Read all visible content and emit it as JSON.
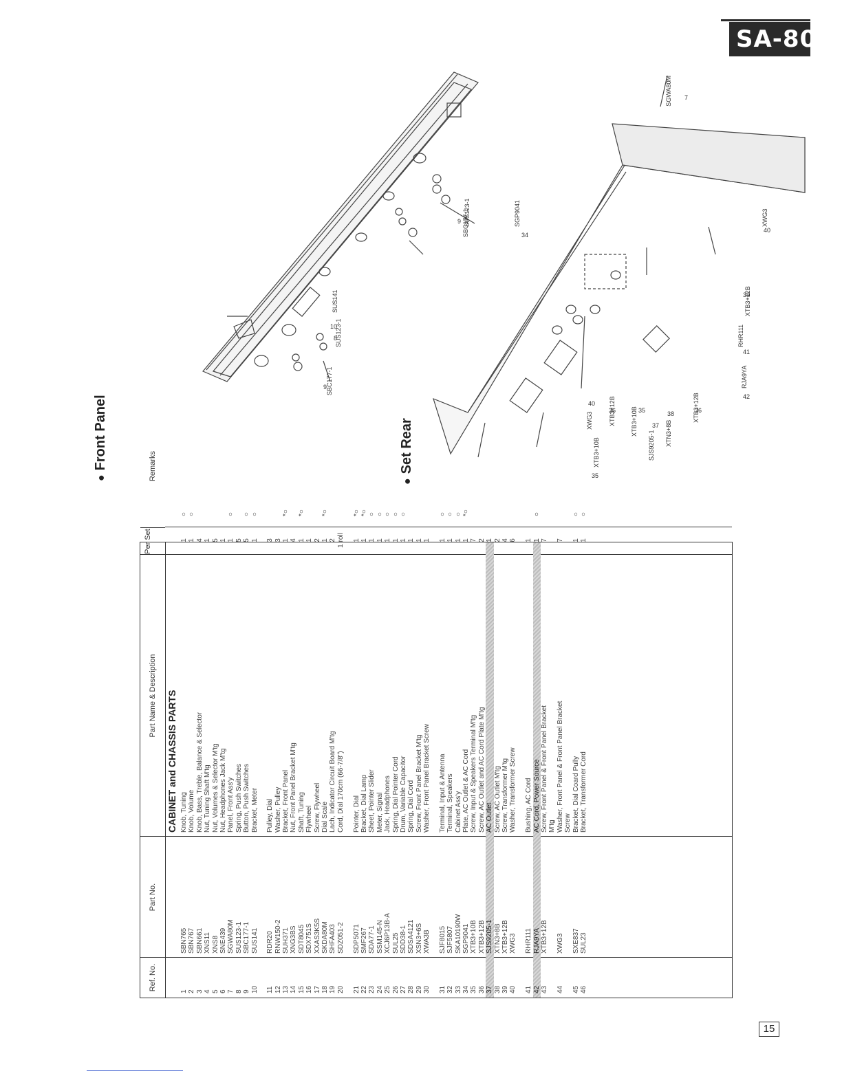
{
  "header": {
    "model": "SA-80"
  },
  "page_number": "15",
  "sections": {
    "front_panel": "Front Panel",
    "set_rear": "Set Rear"
  },
  "table": {
    "headers": {
      "ref": "Ref. No.",
      "part_no": "Part No.",
      "desc": "Part Name & Description",
      "per_set": "Per Set",
      "remarks": "Remarks"
    },
    "section_title": "CABINET and CHASSIS PARTS",
    "rows": [
      {
        "ref": "1",
        "pno": "SBN765",
        "desc": "Knob, Tuning",
        "per": "1",
        "rem": "○"
      },
      {
        "ref": "2",
        "pno": "SBN767",
        "desc": "Knob, Volume",
        "per": "1",
        "rem": "○"
      },
      {
        "ref": "3",
        "pno": "SBN661",
        "desc": "Knob, Bass, Treble, Balance & Selector",
        "per": "4",
        "rem": ""
      },
      {
        "ref": "4",
        "pno": "XNS11",
        "desc": "Nut, Tuning Shaft M'tg",
        "per": "1",
        "rem": ""
      },
      {
        "ref": "5",
        "pno": "XNS8",
        "desc": "Nut, Volumes & Selector M'tg",
        "per": "5",
        "rem": ""
      },
      {
        "ref": "6",
        "pno": "SNE439",
        "desc": "Nut, Headphones Jack M'tg",
        "per": "1",
        "rem": ""
      },
      {
        "ref": "7",
        "pno": "SGWA80M",
        "desc": "Panel, Front Ass'y",
        "per": "1",
        "rem": "○"
      },
      {
        "ref": "8",
        "pno": "SUS123-1",
        "desc": "Spring, Push Switches",
        "per": "5",
        "rem": ""
      },
      {
        "ref": "9",
        "pno": "SBC177-1",
        "desc": "Button, Push Switches",
        "per": "5",
        "rem": "○"
      },
      {
        "ref": "10",
        "pno": "SUS141",
        "desc": "Bracket, Meter",
        "per": "1",
        "rem": "○"
      },
      {
        "gap": true
      },
      {
        "ref": "11",
        "pno": "RDR20",
        "desc": "Pulley, Dial",
        "per": "3",
        "rem": ""
      },
      {
        "ref": "12",
        "pno": "RNW150-2",
        "desc": "Washer, Pulley",
        "per": "3",
        "rem": ""
      },
      {
        "ref": "13",
        "pno": "SUH371",
        "desc": "Bracket, Front Panel",
        "per": "1",
        "rem": "*○"
      },
      {
        "ref": "14",
        "pno": "XNG3BS",
        "desc": "Nut, Front Panel Bracket M'tg",
        "per": "4",
        "rem": ""
      },
      {
        "ref": "15",
        "pno": "SDT8045",
        "desc": "Shaft, Tuning",
        "per": "1",
        "rem": "*○"
      },
      {
        "ref": "16",
        "pno": "SDX751S",
        "desc": "Flywheel",
        "per": "1",
        "rem": ""
      },
      {
        "ref": "17",
        "pno": "XXAS3K5S",
        "desc": "Screw, Flywheel",
        "per": "2",
        "rem": ""
      },
      {
        "ref": "18",
        "pno": "SKDA80M",
        "desc": "Dial Scale",
        "per": "1",
        "rem": "*○"
      },
      {
        "ref": "19",
        "pno": "SHFA403",
        "desc": "Lach, Indicator Circuit Board M'tg",
        "per": "2",
        "rem": ""
      },
      {
        "ref": "20",
        "pno": "SDZ051-2",
        "desc": "Cord, Dial 170cm (66-7/8\")",
        "per": "1 roll",
        "rem": ""
      },
      {
        "gap": true
      },
      {
        "ref": "21",
        "pno": "SDP5071",
        "desc": "Pointer, Dial",
        "per": "1",
        "rem": "*○"
      },
      {
        "ref": "22",
        "pno": "SMF267",
        "desc": "Bracket, Dial Lamp",
        "per": "1",
        "rem": "*○"
      },
      {
        "ref": "23",
        "pno": "SDA77-1",
        "desc": "Sheet, Pointer Slider",
        "per": "1",
        "rem": "○"
      },
      {
        "ref": "24",
        "pno": "SSM145-N",
        "desc": "Meter, Signal",
        "per": "1",
        "rem": "○"
      },
      {
        "ref": "25",
        "pno": "XCJ6P13B-A",
        "desc": "Jack, Headphones",
        "per": "1",
        "rem": "○"
      },
      {
        "ref": "26",
        "pno": "SUL25",
        "desc": "Spring, Dial Pointer Cord",
        "per": "1",
        "rem": "○"
      },
      {
        "ref": "27",
        "pno": "SDD38-1",
        "desc": "Drum, Variable Capacitor",
        "per": "1",
        "rem": "○"
      },
      {
        "ref": "28",
        "pno": "SDSA4121",
        "desc": "Spring, Dial Cord",
        "per": "1",
        "rem": ""
      },
      {
        "ref": "29",
        "pno": "XSN3+6S",
        "desc": "Screw, Front Panel Bracket M'tg",
        "per": "1",
        "rem": ""
      },
      {
        "ref": "30",
        "pno": "XWA3B",
        "desc": "Washer, Front Panel Bracket Screw",
        "per": "1",
        "rem": ""
      },
      {
        "gap": true
      },
      {
        "ref": "31",
        "pno": "SJF8015",
        "desc": "Terminal, Input & Antenna",
        "per": "1",
        "rem": "○"
      },
      {
        "ref": "32",
        "pno": "SJF5807",
        "desc": "Terminal, Speakers",
        "per": "1",
        "rem": "○"
      },
      {
        "ref": "33",
        "pno": "SKA10190W",
        "desc": "Cabinet Ass'y",
        "per": "1",
        "rem": "○"
      },
      {
        "ref": "34",
        "pno": "SGP9041",
        "desc": "Plate, AC Outlet & AC Cord",
        "per": "1",
        "rem": "*○"
      },
      {
        "ref": "35",
        "pno": "XTB3+10B",
        "desc": "Screw, Input & Speakers Terminal M'tg",
        "per": "7",
        "rem": ""
      },
      {
        "ref": "36",
        "pno": "XTB3+12B",
        "desc": "Screw, AC Outlet and AC Cord Plate M'tg",
        "per": "2",
        "rem": ""
      },
      {
        "ref": "37",
        "pno": "SJS9205-1",
        "desc": "AC Outlet",
        "per": "1",
        "rem": "",
        "hl": true
      },
      {
        "ref": "38",
        "pno": "XTN3+8B",
        "desc": "Screw, AC Outlet M'tg",
        "per": "2",
        "rem": ""
      },
      {
        "ref": "39",
        "pno": "XTB3+12B",
        "desc": "Screw, Transformer M'tg",
        "per": "4",
        "rem": ""
      },
      {
        "ref": "40",
        "pno": "XWG3",
        "desc": "Washer, Transformer Screw",
        "per": "6",
        "rem": ""
      },
      {
        "gap": true
      },
      {
        "ref": "41",
        "pno": "RHR111",
        "desc": "Bushing, AC Cord",
        "per": "1",
        "rem": ""
      },
      {
        "ref": "42",
        "pno": "RJA9YA",
        "desc": "AC Cord, Power Source",
        "per": "1",
        "rem": "○",
        "hl": true
      },
      {
        "ref": "43",
        "pno": "XTB3+12B",
        "desc": "Screw, Front Panel & Front Panel Bracket",
        "per": "7",
        "rem": ""
      },
      {
        "ref": "",
        "pno": "",
        "desc": "M'tg",
        "per": "",
        "rem": ""
      },
      {
        "ref": "44",
        "pno": "XWG3",
        "desc": "Washer, Front Panel & Front Panel Bracket",
        "per": "7",
        "rem": ""
      },
      {
        "ref": "",
        "pno": "",
        "desc": "Screw",
        "per": "",
        "rem": ""
      },
      {
        "ref": "45",
        "pno": "SXE837",
        "desc": "Bracket, Dial Coard Pully",
        "per": "1",
        "rem": "○"
      },
      {
        "ref": "46",
        "pno": "SUL23",
        "desc": "Bracket, Transformer Cord",
        "per": "1",
        "rem": "○"
      }
    ]
  },
  "front_panel_callouts": {
    "sgwa80m": "SGWA80M",
    "n7": "7",
    "sus141": "SUS141",
    "n10": "10",
    "sus123_a": "SUS123-1",
    "n8a": "8",
    "sbc177_a": "SBC177-1",
    "n9a": "9",
    "sus123_b": "SUS123-1",
    "n8b": "8",
    "sbc177_b": "SBC177-1",
    "n9b": "9"
  },
  "set_rear_callouts": {
    "sgp9041": "SGP9041",
    "n34": "34",
    "xwg3_a": "XWG3",
    "n40a": "40",
    "xtb3_12b_a": "XTB3+12B",
    "n39": "39",
    "rhr111": "RHR111",
    "n41": "41",
    "rja9ya": "RJA9YA",
    "n42": "42",
    "xtb3_12b_b": "XTB3+12B",
    "n36b": "36",
    "xtn3_8b": "XTN3+8B",
    "n38": "38",
    "sjs9205": "SJS9205-1",
    "n37": "37",
    "xtb3_10b_a": "XTB3+10B",
    "n35a": "35",
    "xtb3_12b_c": "XTB3+12B",
    "n36a": "36",
    "xwg3_b": "XWG3",
    "n40b": "40",
    "xtb3_10b_b": "XTB3+10B",
    "n35b": "35"
  }
}
